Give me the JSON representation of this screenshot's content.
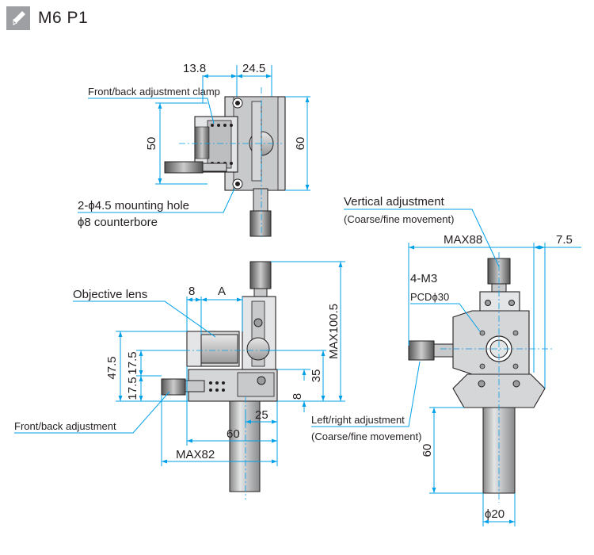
{
  "header": {
    "title": "M6 P1",
    "icon": "pencil-icon"
  },
  "colors": {
    "dimension": "#00a0e9",
    "part_fill": "#d5d6d7",
    "part_dark": "#9a9c9e",
    "line": "#231f20"
  },
  "top_view": {
    "dim_13_8": "13.8",
    "dim_24_5": "24.5",
    "dim_50": "50",
    "dim_60": "60",
    "label_clamp": "Front/back adjustment clamp",
    "label_mount_1": "2-ϕ4.5 mounting hole",
    "label_mount_2": "ϕ8 counterbore"
  },
  "side_view": {
    "label_objective": "Objective lens",
    "dim_8_top": "8",
    "dim_A": "A",
    "dim_max100_5": "MAX100.5",
    "dim_47_5": "47.5",
    "dim_17_5_a": "17.5",
    "dim_17_5_b": "17.5",
    "dim_35": "35",
    "dim_8_side": "8",
    "dim_25": "25",
    "dim_60": "60",
    "dim_max82": "MAX82",
    "label_front_back": "Front/back adjustment"
  },
  "front_view": {
    "label_vertical_1": "Vertical adjustment",
    "label_vertical_2": "(Coarse/fine movement)",
    "dim_max88": "MAX88",
    "dim_7_5": "7.5",
    "label_m3": "4-M3",
    "label_pcd": "PCDϕ30",
    "label_lr_1": "Left/right adjustment",
    "label_lr_2": "(Coarse/fine movement)",
    "dim_60": "60",
    "dim_phi20": "ϕ20"
  }
}
